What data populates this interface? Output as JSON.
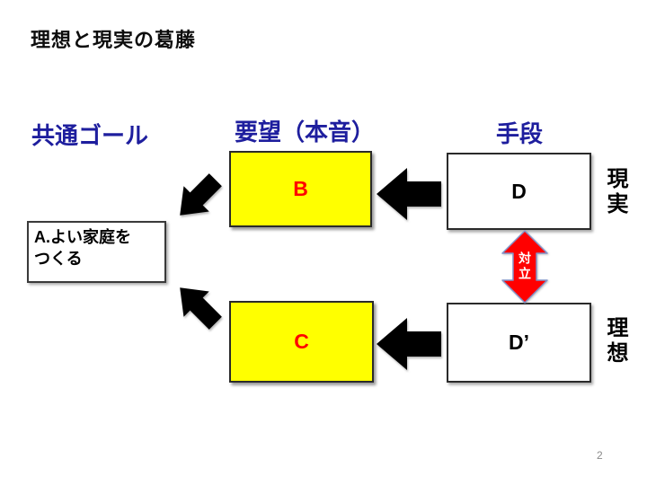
{
  "slide": {
    "title": "理想と現実の葛藤",
    "page_number": "2"
  },
  "headers": {
    "common_goal": "共通ゴール",
    "desire": "要望（本音）",
    "means": "手段"
  },
  "boxes": {
    "a": {
      "line1": "A.よい家庭を",
      "line2": "つくる"
    },
    "b": {
      "label": "B"
    },
    "c": {
      "label": "C"
    },
    "d": {
      "label": "D"
    },
    "d_prime": {
      "label": "D’"
    }
  },
  "side_labels": {
    "reality": "現実",
    "ideal": "理想"
  },
  "conflict_arrow": {
    "label": "対立"
  },
  "icons": {
    "arrow_b_to_a": "block-arrow-down-left",
    "arrow_d_to_b": "block-arrow-left",
    "arrow_c_to_a": "block-arrow-up-left",
    "arrow_d2_to_c": "block-arrow-left",
    "conflict": "double-arrow-vertical"
  },
  "colors": {
    "header_blue": "#1e1e9e",
    "box_yellow": "#ffff00",
    "letter_red": "#ff0000",
    "arrow_black": "#000000",
    "conflict_red": "#ff0000",
    "conflict_outline": "#8293c9",
    "page_number_gray": "#8a8a8a"
  }
}
